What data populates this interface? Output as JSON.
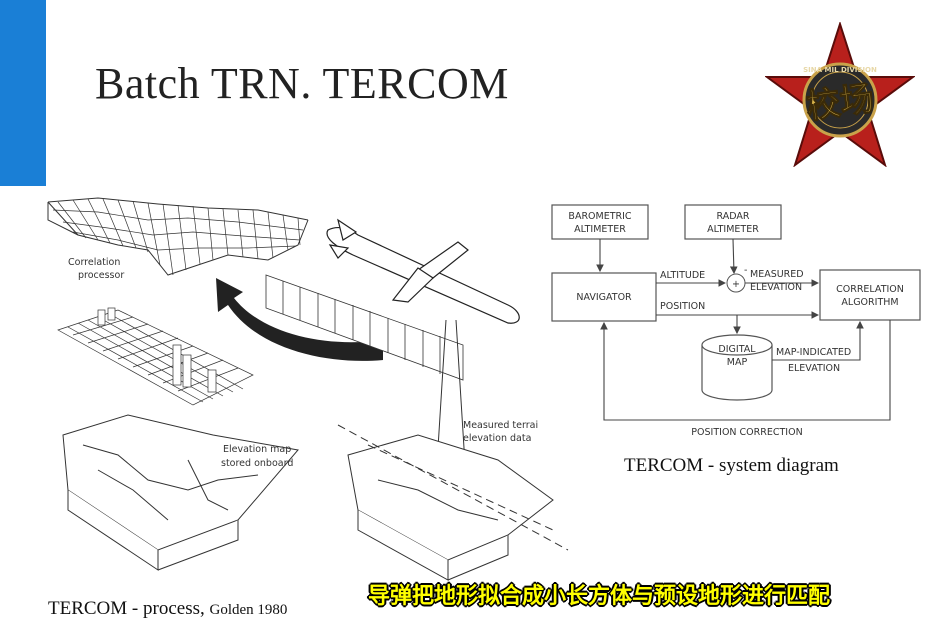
{
  "slide": {
    "title": "Batch TRN. TERCOM",
    "accent_color": "#1a7fd6"
  },
  "logo": {
    "name": "star-emblem",
    "main_text": "校场",
    "ring_text": "SINA MIL DIVISION"
  },
  "process_figure": {
    "correlation_label": [
      "Correlation",
      "processor"
    ],
    "elevation_label": [
      "Elevation map",
      "stored onboard"
    ],
    "measured_label": [
      "Measured terrai",
      "elevation data"
    ],
    "caption_main": "TERCOM - process,",
    "caption_source": "Golden 1980"
  },
  "system_diagram": {
    "barometric": [
      "BAROMETRIC",
      "ALTIMETER"
    ],
    "radar": [
      "RADAR",
      "ALTIMETER"
    ],
    "navigator": "NAVIGATOR",
    "correlation": [
      "CORRELATION",
      "ALGORITHM"
    ],
    "digital_map": [
      "DIGITAL",
      "MAP"
    ],
    "altitude": "ALTITUDE",
    "plus": "+",
    "minus": "-",
    "measured_elevation": [
      "MEASURED",
      "ELEVATION"
    ],
    "position": "POSITION",
    "map_indicated": [
      "MAP-INDICATED",
      "ELEVATION"
    ],
    "position_correction": "POSITION CORRECTION",
    "caption": "TERCOM - system diagram"
  },
  "subtitle_cn": "导弹把地形拟合成小长方体与预设地形进行匹配"
}
